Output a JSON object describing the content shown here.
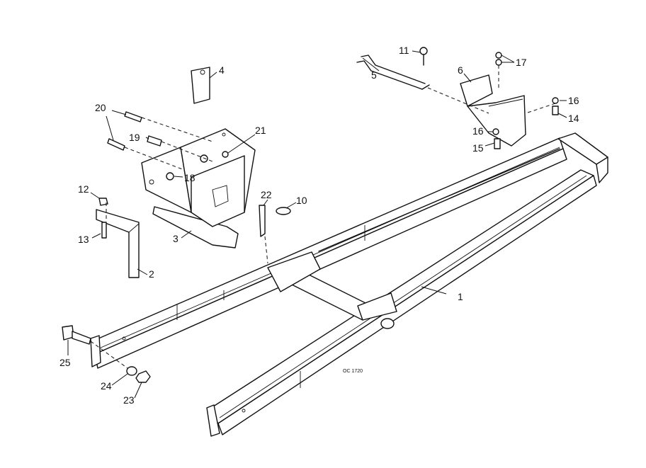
{
  "callouts": {
    "c1": "1",
    "c2": "2",
    "c3": "3",
    "c4": "4",
    "c5": "5",
    "c6": "6",
    "c10": "10",
    "c11": "11",
    "c12": "12",
    "c13": "13",
    "c14": "14",
    "c15": "15",
    "c16a": "16",
    "c16b": "16",
    "c17": "17",
    "c18": "18",
    "c19": "19",
    "c20": "20",
    "c21": "21",
    "c22": "22",
    "c23": "23",
    "c24": "24",
    "c25": "25"
  },
  "drawing_code": "OC 1720"
}
